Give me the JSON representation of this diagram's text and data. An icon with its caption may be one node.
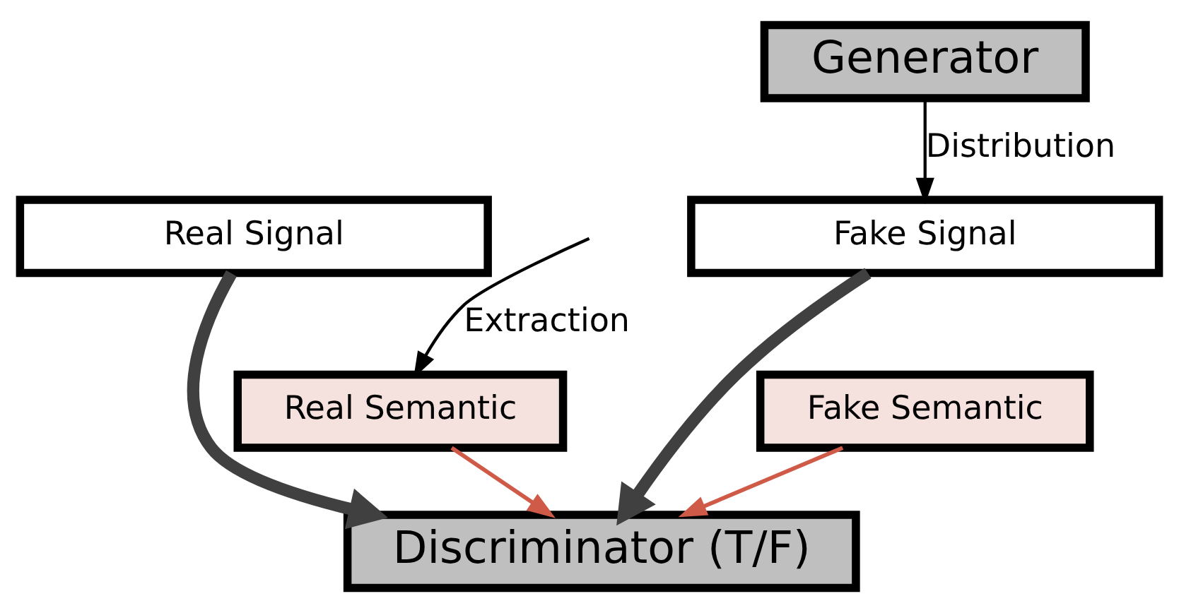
{
  "diagram": {
    "nodes": [
      {
        "text": [
          "Generator"
        ]
      },
      {
        "text": [
          "Real Signal"
        ]
      },
      {
        "text": [
          "Fake Signal"
        ]
      },
      {
        "text": [
          "Real Semantic"
        ]
      },
      {
        "text": [
          "Fake Semantic"
        ]
      },
      {
        "text": [
          "Discriminator (T/F)"
        ]
      }
    ],
    "edges": [
      {
        "from": 0,
        "to": 2,
        "arrow": "to",
        "label": "Distribution"
      },
      {
        "from": null,
        "to": 3,
        "arrow": "to",
        "label": "Extraction"
      },
      {
        "from": 3,
        "to": 5,
        "arrow": "to",
        "color": "#d05a48"
      },
      {
        "from": 4,
        "to": 5,
        "arrow": "to",
        "color": "#d05a48"
      },
      {
        "from": 1,
        "to": 5,
        "arrow": "to",
        "style": "thick",
        "color": "#404040"
      },
      {
        "from": 2,
        "to": 5,
        "arrow": "to",
        "style": "thick",
        "color": "#404040"
      }
    ]
  }
}
